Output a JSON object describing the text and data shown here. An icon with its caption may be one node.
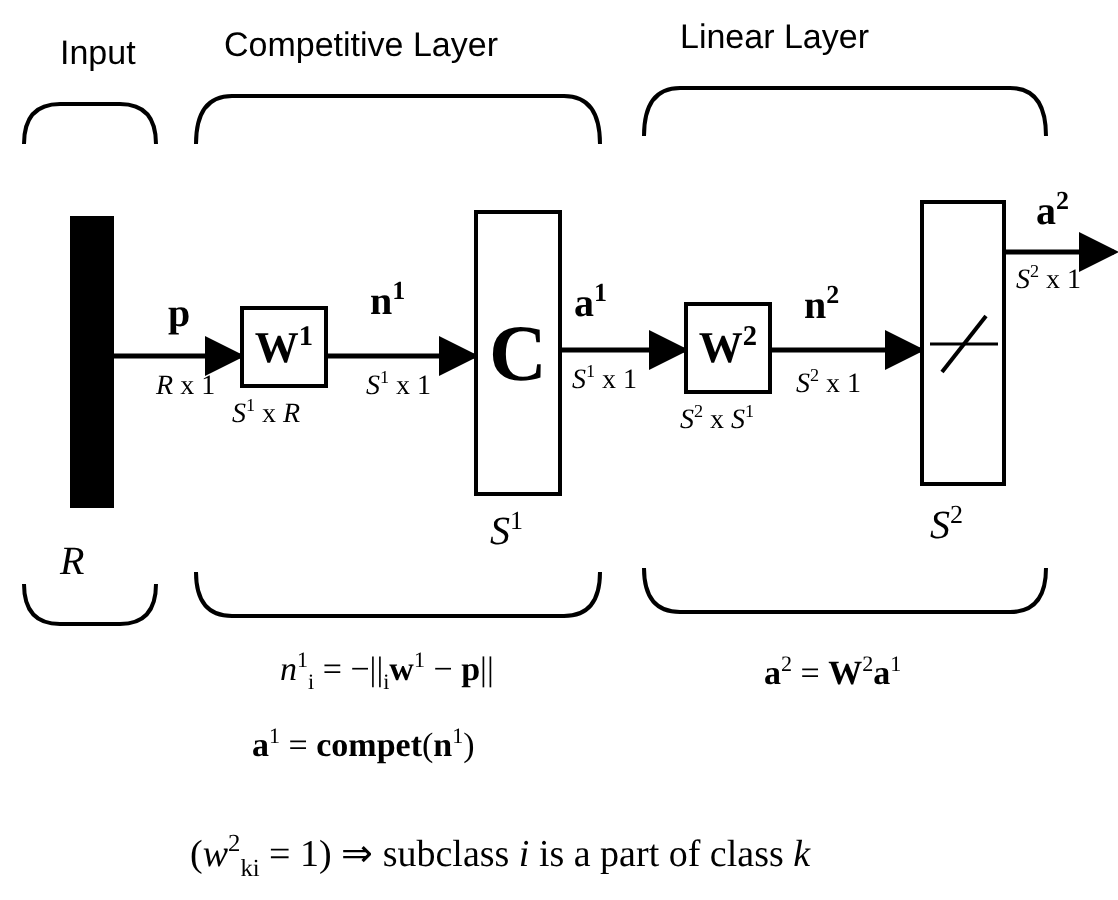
{
  "diagram": {
    "nodes": [
      {
        "text": [],
        "shape": "bar",
        "beside": [
          "*R*"
        ]
      },
      {
        "text": [
          "W$^{1}$"
        ],
        "beside": [
          "*S*$^{1}$ x *R*"
        ]
      },
      {
        "text": [
          "C"
        ],
        "beside": [
          "*S*$^{1}$"
        ]
      },
      {
        "text": [
          "W$^{2}$"
        ],
        "beside": [
          "*S*$^{2}$ x *S*$^{1}$"
        ]
      },
      {
        "text": [],
        "shape": "box",
        "beside": [
          "*S*$^{2}$"
        ]
      }
    ],
    "edges": [
      {
        "from": 0,
        "to": 1,
        "arrow": "to",
        "label": "p"
      },
      {
        "from": 1,
        "to": 2,
        "arrow": "to",
        "label": "n$^{1}$"
      },
      {
        "from": 2,
        "to": 3,
        "arrow": "to",
        "label": "a$^{1}$"
      },
      {
        "from": 3,
        "to": 4,
        "arrow": "to",
        "label": "n$^{2}$"
      },
      {
        "from": 4,
        "to": null,
        "arrow": "to",
        "label": "a$^{2}$"
      }
    ],
    "labels": [
      "Input",
      "Competitive Layer",
      "Linear Layer",
      "*R* x 1",
      "*S*$^{1}$ x 1",
      "*S*$^{1}$ x 1",
      "*S*$^{2}$ x 1",
      "*S*$^{2}$ x 1",
      "*n*$^{1}$$_{i}$ = −||$_{i}$**w**$^{1}$ − **p**||",
      "**a**$^{2}$ = **W**$^{2}$**a**$^{1}$",
      "**a**$^{1}$ = **compet**(**n**$^{1}$)",
      "(*w*$^{2}$$_{ki}$ = 1) ⇒ subclass *i* is a part of class *k*"
    ]
  }
}
